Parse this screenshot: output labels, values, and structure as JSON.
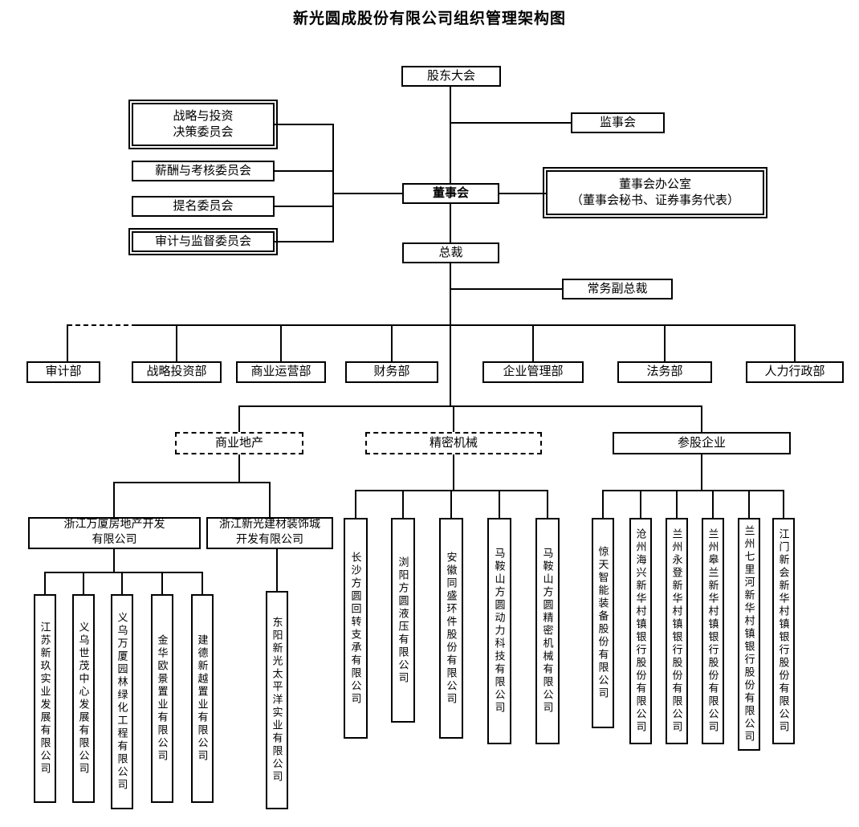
{
  "title": "新光圆成股份有限公司组织管理架构图",
  "governance": {
    "shareholders_meeting": "股东大会",
    "supervisory_board": "监事会",
    "board": "董事会",
    "board_office": "董事会办公室\n（董事会秘书、证券事务代表）",
    "president": "总裁",
    "evp": "常务副总裁"
  },
  "committees": [
    "战略与投资\n决策委员会",
    "薪酬与考核委员会",
    "提名委员会",
    "审计与监督委员会"
  ],
  "departments": [
    "审计部",
    "战略投资部",
    "商业运营部",
    "财务部",
    "企业管理部",
    "法务部",
    "人力行政部"
  ],
  "segments": [
    "商业地产",
    "精密机械",
    "参股企业"
  ],
  "real_estate_parents": [
    "浙江万厦房地产开发\n有限公司",
    "浙江新光建材装饰城\n开发有限公司"
  ],
  "wansha_subsidiaries": [
    "江苏新玖实业发展有限公司",
    "义乌世茂中心发展有限公司",
    "义乌万厦园林绿化工程有限公司",
    "金华欧景置业有限公司",
    "建德新越置业有限公司"
  ],
  "xinguang_subsidiaries": [
    "东阳新光太平洋实业有限公司"
  ],
  "machinery_subsidiaries": [
    "长沙方圆回转支承有限公司",
    "浏阳方圆液压有限公司",
    "安徽同盛环件股份有限公司",
    "马鞍山方圆动力科技有限公司",
    "马鞍山方圆精密机械有限公司"
  ],
  "invested_companies": [
    "惊天智能装备股份有限公司",
    "沧州海兴新华村镇银行股份有限公司",
    "兰州永登新华村镇银行股份有限公司",
    "兰州皋兰新华村镇银行股份有限公司",
    "兰州七里河新华村镇银行股份有限公司",
    "江门新会新华村镇银行股份有限公司"
  ]
}
